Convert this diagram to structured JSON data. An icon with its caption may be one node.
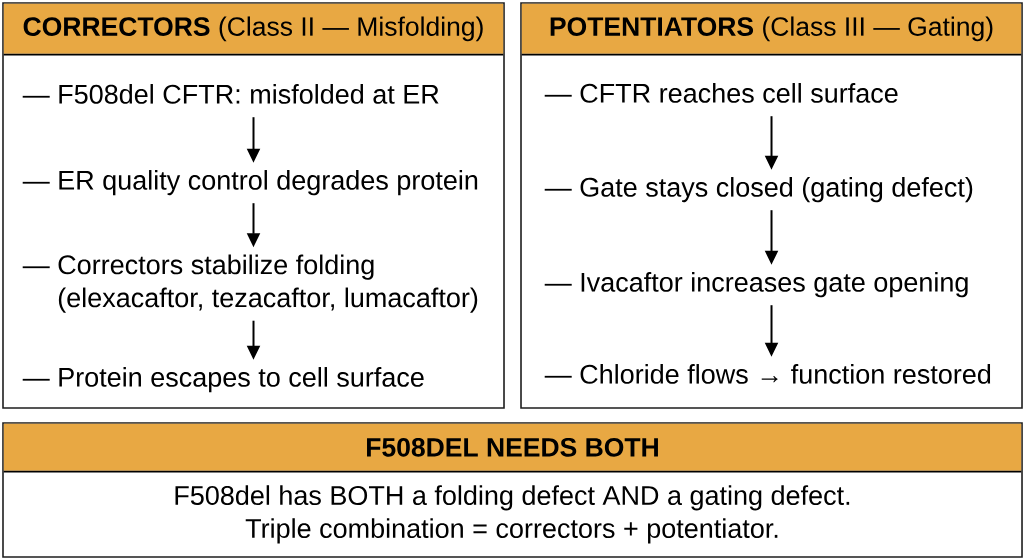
{
  "diagram": {
    "nodes": [
      {
        "text": [
          "**CORRECTORS** (Class II — Misfolding)"
        ]
      },
      {
        "text": [
          "— F508del CFTR: misfolded at ER"
        ],
        "in": 0
      },
      {
        "text": [
          "— ER quality control degrades protein"
        ],
        "in": 0
      },
      {
        "text": [
          "— Correctors stabilize folding (elexacaftor, tezacaftor, lumacaftor)"
        ],
        "in": 0
      },
      {
        "text": [
          "— Protein escapes to cell surface"
        ],
        "in": 0
      },
      {
        "text": [
          "**POTENTIATORS** (Class III — Gating)"
        ]
      },
      {
        "text": [
          "— CFTR reaches cell surface"
        ],
        "in": 5
      },
      {
        "text": [
          "— Gate stays closed (gating defect)"
        ],
        "in": 5
      },
      {
        "text": [
          "— Ivacaftor increases gate opening"
        ],
        "in": 5
      },
      {
        "text": [
          "— Chloride flows → function restored"
        ],
        "in": 5
      },
      {
        "text": [
          "F508DEL NEEDS BOTH",
          "F508del has BOTH a folding defect AND a gating defect. Triple combination = correctors + potentiator."
        ]
      }
    ],
    "edges": [
      {
        "from": 1,
        "to": 2,
        "arrow": "to"
      },
      {
        "from": 2,
        "to": 3,
        "arrow": "to"
      },
      {
        "from": 3,
        "to": 4,
        "arrow": "to"
      },
      {
        "from": 6,
        "to": 7,
        "arrow": "to"
      },
      {
        "from": 7,
        "to": 8,
        "arrow": "to"
      },
      {
        "from": 8,
        "to": 9,
        "arrow": "to"
      }
    ]
  }
}
